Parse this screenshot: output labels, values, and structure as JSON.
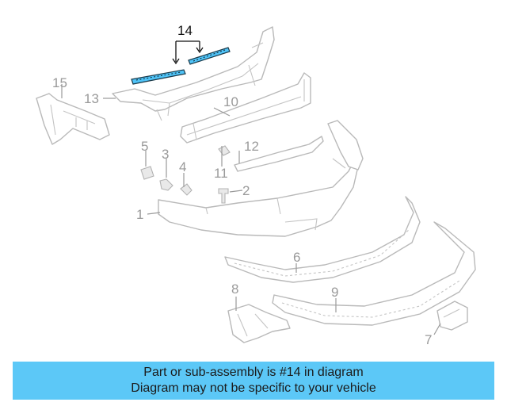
{
  "diagram": {
    "callouts": {
      "c1": "1",
      "c2": "2",
      "c3": "3",
      "c4": "4",
      "c5": "5",
      "c6": "6",
      "c7": "7",
      "c8": "8",
      "c9": "9",
      "c10": "10",
      "c11": "11",
      "c12": "12",
      "c13": "13",
      "c14": "14",
      "c15": "15"
    },
    "highlighted_part": "14",
    "colors": {
      "highlight": "#4fc3f7",
      "banner": "#5cc8f7",
      "outline": "#b9b9b9"
    }
  },
  "banner": {
    "line1": "Part or sub-assembly is #14 in diagram",
    "line2": "Diagram may not be specific to your vehicle"
  }
}
